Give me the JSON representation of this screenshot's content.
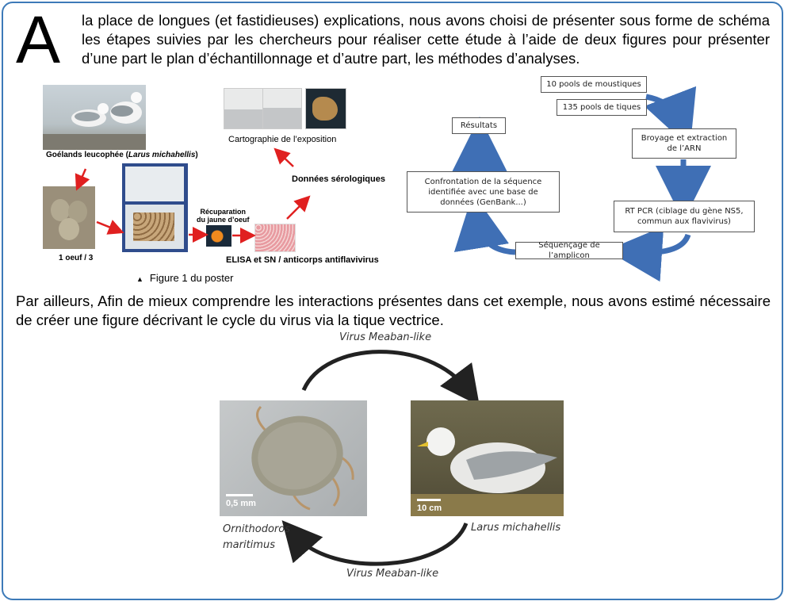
{
  "intro": {
    "dropcap": "A",
    "text": "la place de longues (et fastidieuses) explications, nous avons choisi de présenter sous forme de schéma les étapes suivies par les chercheurs pour réaliser cette étude à l’aide de deux figures pour présenter d’une part le plan d’échantillonnage et d’autre part, les méthodes d’analyses."
  },
  "figure1": {
    "gull_caption": "Goélands leucophée (",
    "gull_caption_latin": "Larus michahellis",
    "gull_caption_end": ")",
    "egg_caption": "1 oeuf / 3",
    "yolk_caption_line1": "Récuparation",
    "yolk_caption_line2": "du jaune d’oeuf",
    "elisa_caption": "ELISA et SN / anticorps antiflavivirus",
    "sero_caption": "Données sérologiques",
    "map_caption": "Cartographie de l’exposition",
    "figure_label": "Figure 1 du poster",
    "figure_marker": "▲"
  },
  "flowchart": {
    "mosquitoes": "10 pools de moustiques",
    "ticks": "135 pools de tiques",
    "grinding": "Broyage et extraction de l’ARN",
    "rtpcr": "RT PCR (ciblage du gène NS5, commun aux flavivirus)",
    "sequencing": "Séquençage de l’amplicon",
    "comparison": "Confrontation de la séquence identifiée avec une base de données (GenBank...)",
    "results": "Résultats"
  },
  "paragraph2": "Par ailleurs, Afin de mieux comprendre les interactions présentes dans cet exemple, nous avons estimé nécessaire de créer une figure décrivant le cycle du virus via la tique vectrice.",
  "cycle": {
    "top_label": "Virus Meaban-like",
    "bottom_label": "Virus Meaban-like",
    "tick_label_line1": "Ornithodoros",
    "tick_label_line2": "maritimus",
    "gull_label": "Larus michahellis",
    "tick_scale": "0,5 mm",
    "gull_scale": "10 cm"
  },
  "colors": {
    "frame": "#3d7ab8",
    "red_arrow": "#e02020",
    "blue_arrow": "#3f6fb5"
  }
}
